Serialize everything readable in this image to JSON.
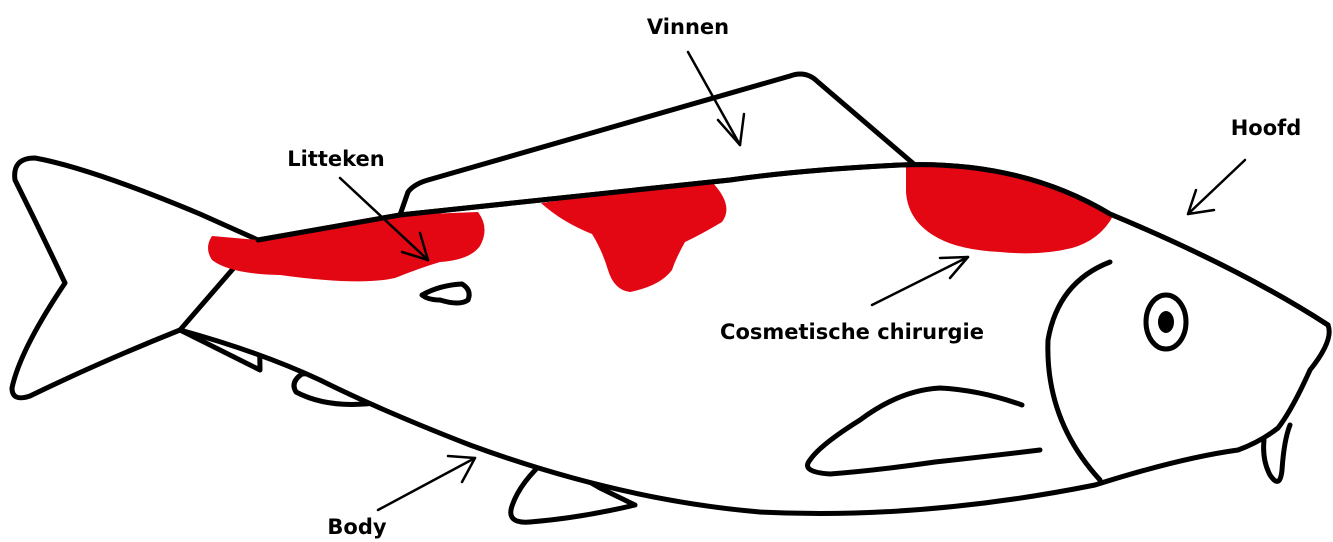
{
  "colors": {
    "outline": "#000000",
    "spots": "#e30613",
    "background": "#ffffff"
  },
  "labels": {
    "vinnen": "Vinnen",
    "hoofd": "Hoofd",
    "litteken": "Litteken",
    "cosmetische": "Cosmetische chirurgie",
    "body": "Body"
  }
}
